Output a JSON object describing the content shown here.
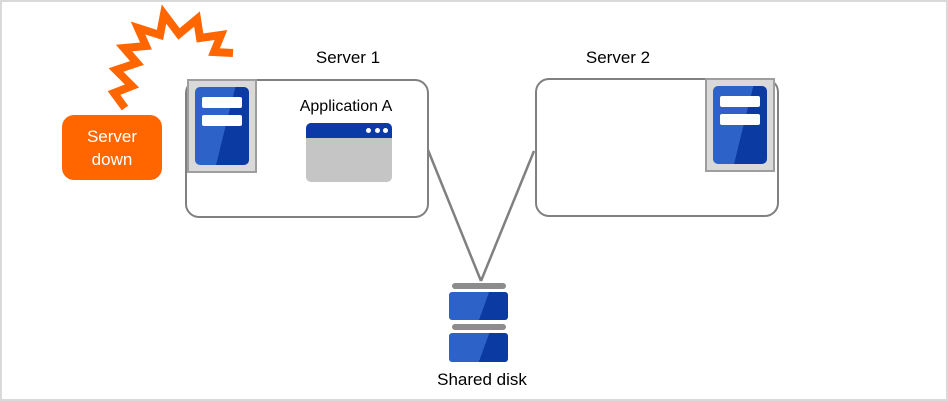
{
  "diagram": {
    "title": "Two servers with shared disk - server down failover diagram"
  },
  "callout": {
    "label": "Server\ndown",
    "bg_color": "#ff6600",
    "text_color": "#ffffff"
  },
  "server1": {
    "title": "Server 1",
    "application_label": "Application A"
  },
  "server2": {
    "title": "Server 2"
  },
  "shared_disk": {
    "label": "Shared disk"
  },
  "icons": {
    "crash_icon": "orange zigzag crash/failure bolt",
    "server_tower_icon": "blue server tower on gray panel",
    "application_window_icon": "window with blue title bar and three dots",
    "shared_disk_icon": "stacked blue disk platters with gray separators"
  },
  "colors": {
    "accent_orange": "#ff6600",
    "box_border_gray": "#808080",
    "connection_line_gray": "#808080",
    "icon_frame_fill": "#d9d9d9",
    "icon_frame_border": "#9e9e9e",
    "blue_light": "#2d62c8",
    "blue_dark": "#0b3aa3",
    "window_title_blue": "#0a3aa6",
    "window_body_gray": "#c5c5c5",
    "disk_separator_gray": "#8c8c8c",
    "page_border": "#d9d9d9"
  }
}
